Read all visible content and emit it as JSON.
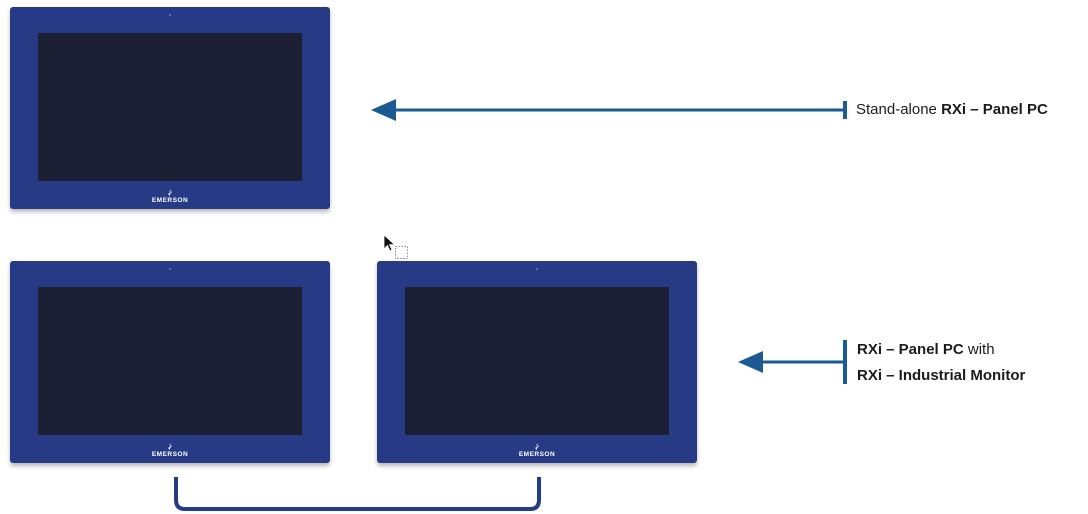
{
  "devices": [
    {
      "id": "top",
      "brand": "EMERSON"
    },
    {
      "id": "bottom-left",
      "brand": "EMERSON"
    },
    {
      "id": "bottom-right",
      "brand": "EMERSON"
    }
  ],
  "labels": {
    "standalone": {
      "prefix": "Stand-alone ",
      "bold": "RXi – Panel PC"
    },
    "combo": {
      "line1_bold": "RXi – Panel PC",
      "line1_suffix": " with",
      "line2_bold": "RXi – Industrial Monitor"
    }
  },
  "colors": {
    "bezel": "#263a85",
    "screen": "#1d2034",
    "arrow": "#1c5a94",
    "bracket": "#233c87",
    "text": "#1b1b1b"
  },
  "icons": {
    "brand_mark": "emerson-logo-icon",
    "cursor": "mouse-cursor-icon"
  }
}
